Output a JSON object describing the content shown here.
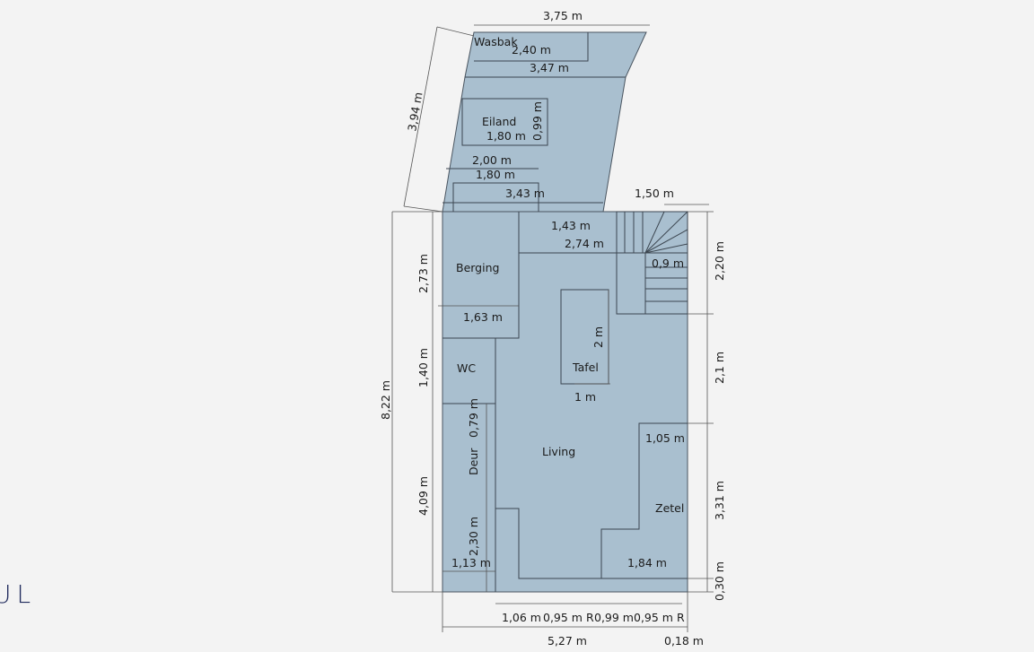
{
  "rooms": {
    "wasbak": "Wasbak",
    "eiland": "Eiland",
    "berging": "Berging",
    "wc": "WC",
    "tafel": "Tafel",
    "living": "Living",
    "deur": "Deur",
    "zetel": "Zetel"
  },
  "dimensions": {
    "top_width": "3,75 m",
    "wasbak_width": "2,40 m",
    "kitchen_width": "3,47 m",
    "kitchen_diag": "3,94 m",
    "eiland_width": "1,80 m",
    "eiland_depth": "0,99 m",
    "d_2_00": "2,00 m",
    "d_1_80": "1,80 m",
    "d_3_43": "3,43 m",
    "stairs_width": "1,50 m",
    "d_1_43": "1,43 m",
    "d_2_74": "2,74 m",
    "d_0_9": "0,9 m",
    "right_2_20": "2,20 m",
    "right_2_1": "2,1 m",
    "right_3_31": "3,31 m",
    "right_0_30": "0,30 m",
    "total_height": "8,22 m",
    "left_2_73": "2,73 m",
    "left_1_40": "1,40 m",
    "left_4_09": "4,09 m",
    "berging_width": "1,63 m",
    "tafel_length": "2 m",
    "tafel_width": "1 m",
    "deur_0_79": "0,79 m",
    "deur_2_30": "2,30 m",
    "d_1_13": "1,13 m",
    "zetel_1_05": "1,05 m",
    "zetel_1_84": "1,84 m",
    "bottom_1_06": "1,06 m",
    "bottom_0_95a": "0,95 m R",
    "bottom_0_99": "0,99 m",
    "bottom_0_95b": "0,95 m R",
    "total_width": "5,27 m",
    "bottom_0_18": "0,18 m"
  },
  "logo": "UL",
  "colors": {
    "floor": "#a9bfcf",
    "background": "#f3f3f3",
    "logo": "#1f2a5c"
  }
}
